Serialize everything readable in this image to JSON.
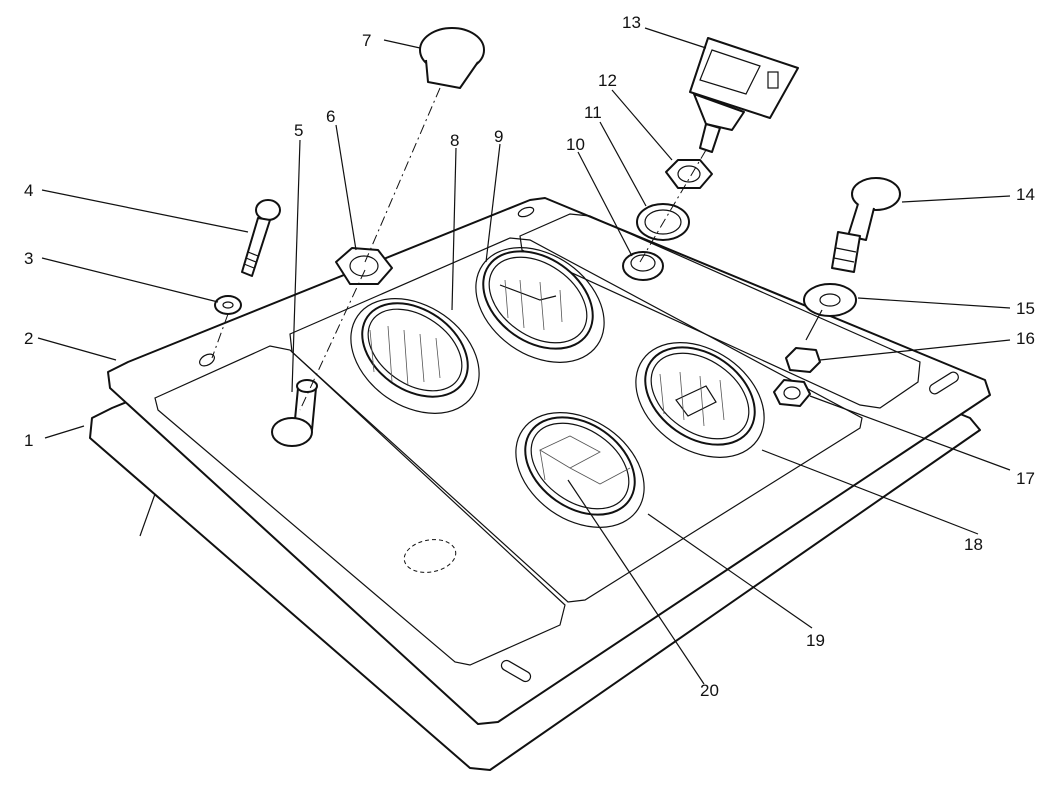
{
  "diagram": {
    "type": "exploded-parts-view",
    "callouts": [
      {
        "id": "c1",
        "label": "1"
      },
      {
        "id": "c2",
        "label": "2"
      },
      {
        "id": "c3",
        "label": "3"
      },
      {
        "id": "c4",
        "label": "4"
      },
      {
        "id": "c5",
        "label": "5"
      },
      {
        "id": "c6",
        "label": "6"
      },
      {
        "id": "c7",
        "label": "7"
      },
      {
        "id": "c8",
        "label": "8"
      },
      {
        "id": "c9",
        "label": "9"
      },
      {
        "id": "c10",
        "label": "10"
      },
      {
        "id": "c11",
        "label": "11"
      },
      {
        "id": "c12",
        "label": "12"
      },
      {
        "id": "c13",
        "label": "13"
      },
      {
        "id": "c14",
        "label": "14"
      },
      {
        "id": "c15",
        "label": "15"
      },
      {
        "id": "c16",
        "label": "16"
      },
      {
        "id": "c17",
        "label": "17"
      },
      {
        "id": "c18",
        "label": "18"
      },
      {
        "id": "c19",
        "label": "19"
      },
      {
        "id": "c20",
        "label": "20"
      }
    ]
  },
  "colors": {
    "line": "#111111",
    "background": "#ffffff"
  }
}
